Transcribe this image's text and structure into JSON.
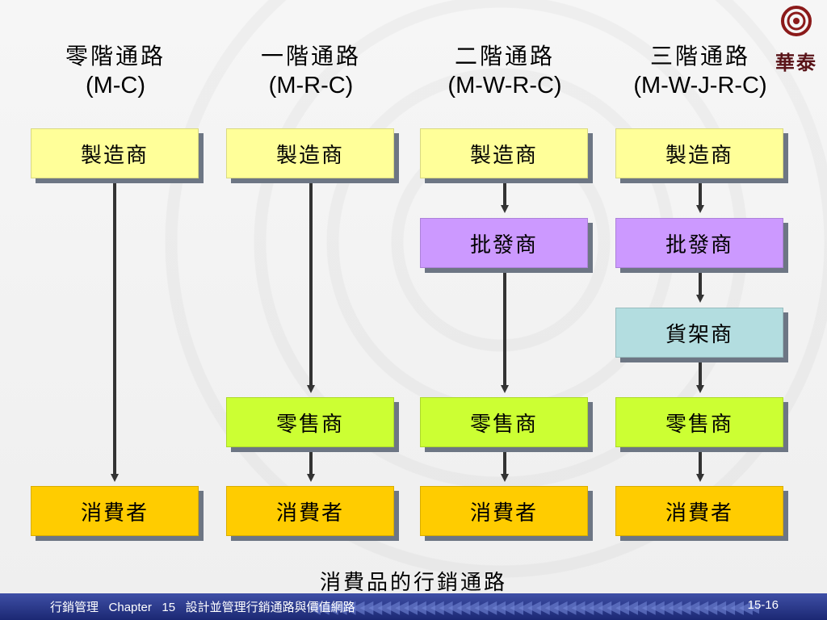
{
  "logo": {
    "text": "華泰",
    "color": "#8b1a1a"
  },
  "columns": [
    {
      "title_cn": "零階通路",
      "title_en": "(M-C)"
    },
    {
      "title_cn": "一階通路",
      "title_en": "(M-R-C)"
    },
    {
      "title_cn": "二階通路",
      "title_en": "(M-W-R-C)"
    },
    {
      "title_cn": "三階通路",
      "title_en": "(M-W-J-R-C)"
    }
  ],
  "labels": {
    "manufacturer": "製造商",
    "wholesaler": "批發商",
    "jobber": "貨架商",
    "retailer": "零售商",
    "consumer": "消費者"
  },
  "colors": {
    "manufacturer": "#ffff99",
    "wholesaler": "#cc99ff",
    "jobber": "#b3dde0",
    "retailer": "#ccff33",
    "consumer": "#ffcc00"
  },
  "caption": "消費品的行銷通路",
  "footer": {
    "course": "行銷管理",
    "chapter_label": "Chapter",
    "chapter_num": "15",
    "chapter_title": "設計並管理行銷通路與價值網路",
    "page": "15-16"
  }
}
